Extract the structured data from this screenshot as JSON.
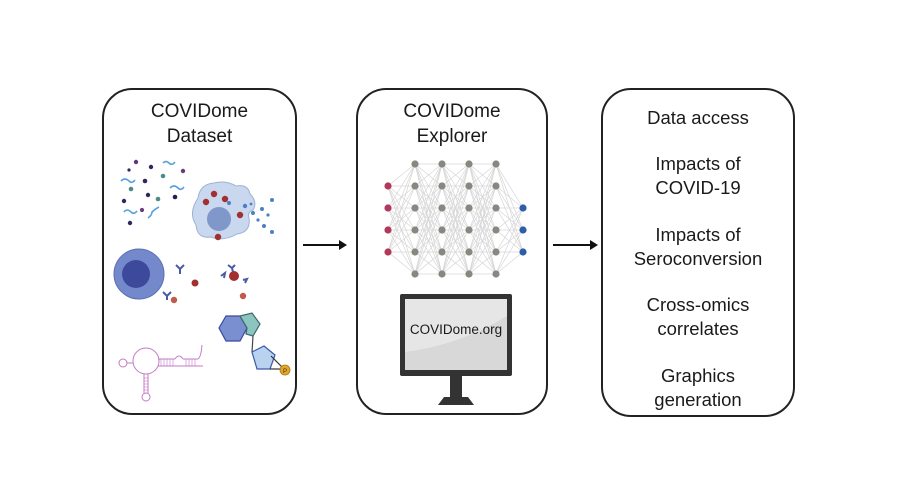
{
  "panels": [
    {
      "id": "dataset",
      "title_lines": [
        "COVIDome",
        "Dataset"
      ],
      "illustrations": [
        "molecules-icon",
        "infected-macrophage-icon",
        "b-cell-icon",
        "antibody-virus-icon",
        "rna-hairpin-icon",
        "nucleotide-icon"
      ]
    },
    {
      "id": "explorer",
      "title_lines": [
        "COVIDome",
        "Explorer"
      ],
      "network": {
        "input_nodes": 4,
        "hidden_layers": 4,
        "hidden_nodes_per_layer": 6,
        "output_nodes": 3
      },
      "monitor_label": "COVIDome.org"
    },
    {
      "id": "features",
      "items": [
        {
          "lines": [
            "Data access"
          ]
        },
        {
          "lines": [
            "Impacts of",
            "COVID-19"
          ]
        },
        {
          "lines": [
            "Impacts of",
            "Seroconversion"
          ]
        },
        {
          "lines": [
            "Cross-omics",
            "correlates"
          ]
        },
        {
          "lines": [
            "Graphics",
            "generation"
          ]
        }
      ]
    }
  ],
  "colors": {
    "input_node": "#b03a5b",
    "hidden_node": "#8a8680",
    "output_node": "#2e5ea8",
    "edge": "#d6d6d6",
    "virus": "#a33030",
    "cell_light": "#c9d8ee",
    "cell_dark": "#7f97c9",
    "bcell_outer": "#7389cc",
    "bcell_inner": "#3d4a9c",
    "rna": "#c47ac4",
    "hexagon": "#7a8fd0",
    "pentagon_teal": "#8cc4c0",
    "pentagon_light": "#b9d2f0",
    "phosphate": "#e6a526",
    "monitor_frame": "#333333",
    "monitor_screen": "#e6e6e6"
  }
}
